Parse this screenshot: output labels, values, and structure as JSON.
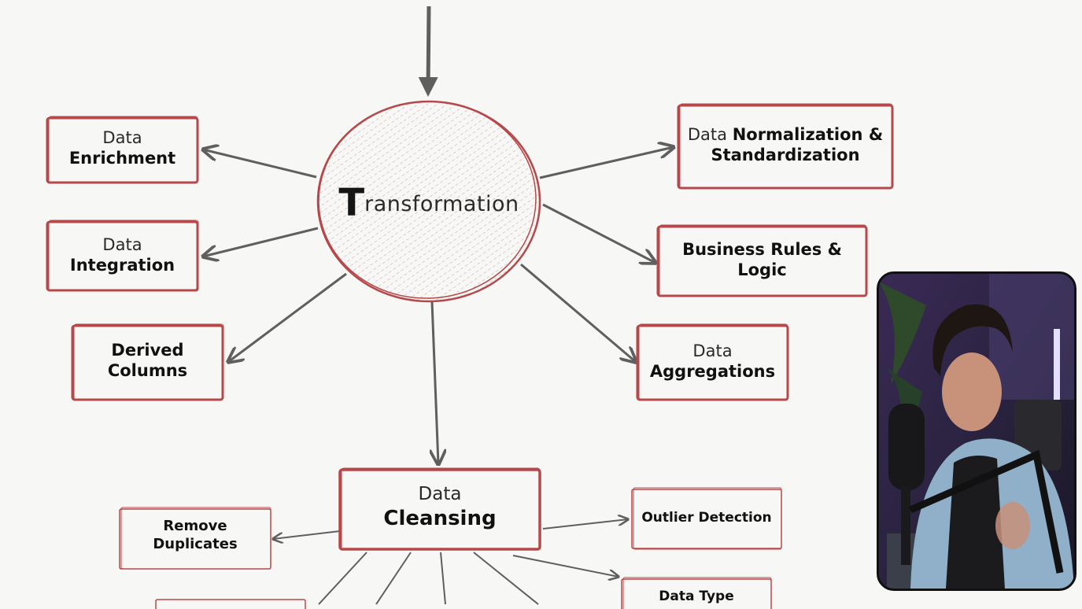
{
  "center": {
    "initial": "T",
    "rest": "ransformation"
  },
  "nodes": {
    "enrichment": {
      "line1": "Data",
      "line2": "Enrichment"
    },
    "integration": {
      "line1": "Data",
      "line2": "Integration"
    },
    "derived": {
      "line1": "Derived",
      "line2": "Columns"
    },
    "normalization": {
      "line1a": "Data ",
      "line1b": "Normalization &",
      "line2": "Standardization"
    },
    "business": {
      "line1": "Business Rules &",
      "line2": "Logic"
    },
    "aggregations": {
      "line1": "Data",
      "line2": "Aggregations"
    },
    "cleansing": {
      "line1": "Data",
      "line2": "Cleansing"
    },
    "remove_duplicates": {
      "line1": "Remove",
      "line2": "Duplicates"
    },
    "outlier": {
      "line1": "Outlier Detection"
    },
    "data_type": {
      "line1": "Data Type"
    }
  },
  "colors": {
    "box_border": "#b5484a",
    "arrow": "#5f5f5f",
    "background": "#f7f7f5"
  }
}
